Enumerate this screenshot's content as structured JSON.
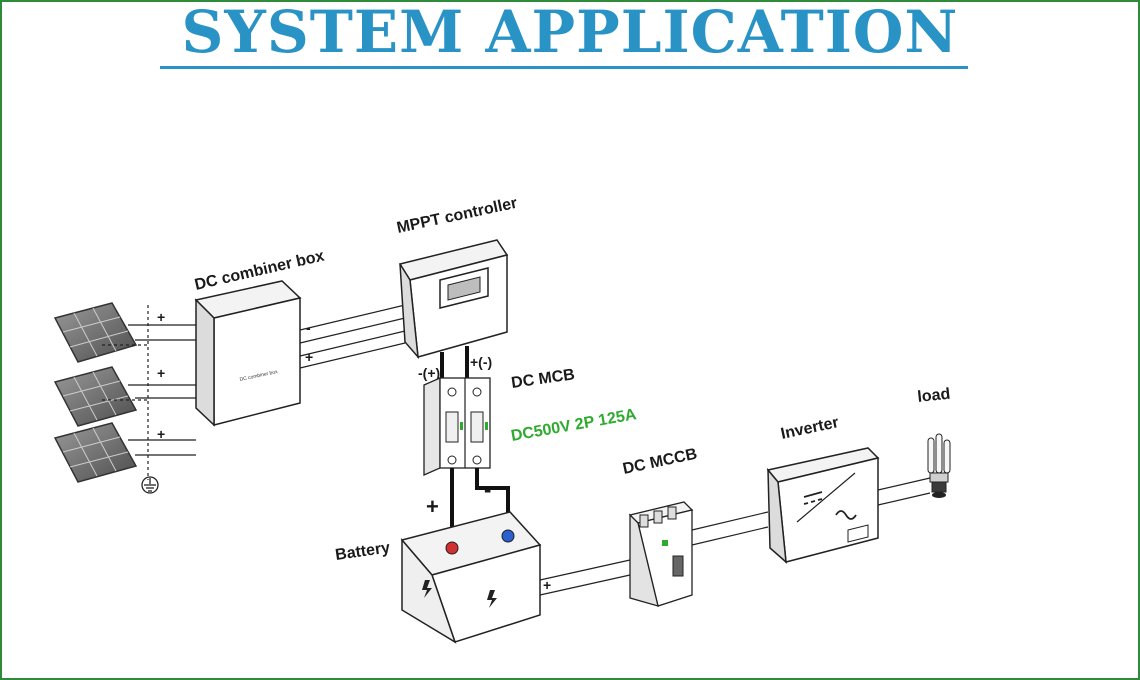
{
  "title": "SYSTEM APPLICATION",
  "components": {
    "combiner_box": {
      "label": "DC combiner box",
      "panel_text": "DC combiner box"
    },
    "mppt": {
      "label": "MPPT controller"
    },
    "mcb": {
      "label": "DC MCB",
      "spec": "DC500V 2P 125A",
      "neg_terminal": "-(+)",
      "pos_terminal": "+(-)"
    },
    "battery": {
      "label": "Battery"
    },
    "mccb": {
      "label": "DC MCCB"
    },
    "inverter": {
      "label": "Inverter"
    },
    "load": {
      "label": "load"
    }
  },
  "signs": {
    "plus": "+",
    "minus": "-"
  },
  "colors": {
    "title": "#2a93c6",
    "frame": "#2e8b3a",
    "spec_text": "#2faa2f"
  }
}
